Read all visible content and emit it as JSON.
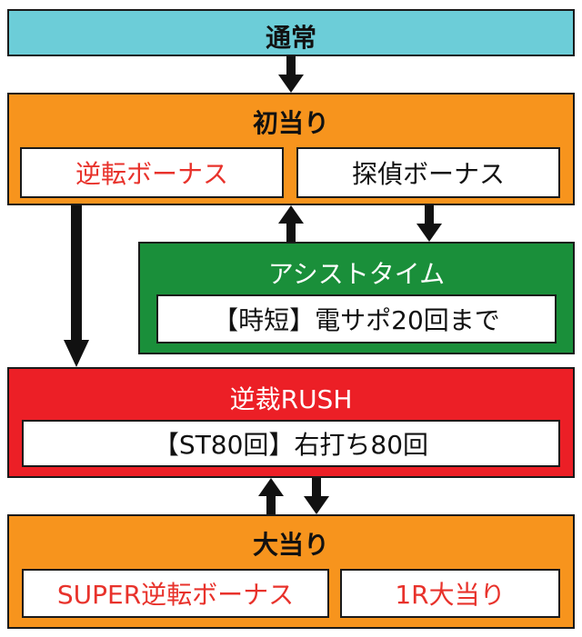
{
  "colors": {
    "normal_fill": "#6ccdd8",
    "orange_fill": "#f7941d",
    "green_fill": "#1a8f3a",
    "red_fill": "#ec1f26",
    "red_text": "#e8322b"
  },
  "normal": {
    "title": "通常"
  },
  "first_hit": {
    "title": "初当り",
    "left": "逆転ボーナス",
    "right": "探偵ボーナス"
  },
  "assist": {
    "title": "アシストタイム",
    "detail": "【時短】電サポ20回まで"
  },
  "rush": {
    "title": "逆裁RUSH",
    "detail": "【ST80回】右打ち80回"
  },
  "big_hit": {
    "title": "大当り",
    "left": "SUPER逆転ボーナス",
    "right": "1R大当り"
  }
}
